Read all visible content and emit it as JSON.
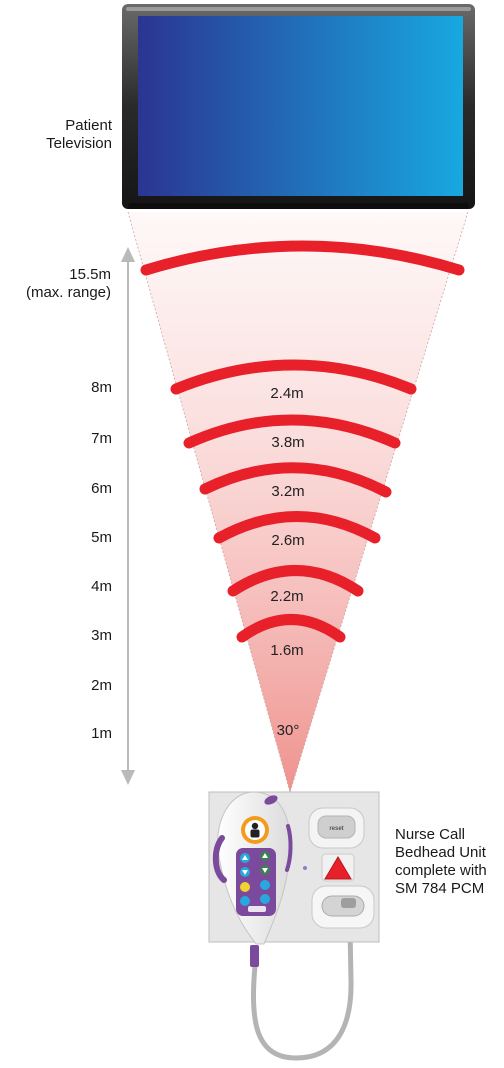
{
  "tv": {
    "label_line1": "Patient",
    "label_line2": "Television"
  },
  "max_range": {
    "value": "15.5m",
    "note": "(max. range)"
  },
  "distance_ticks": [
    "8m",
    "7m",
    "6m",
    "5m",
    "4m",
    "3m",
    "2m",
    "1m"
  ],
  "arc_widths": [
    "2.4m",
    "3.8m",
    "3.2m",
    "2.6m",
    "2.2m",
    "1.6m"
  ],
  "angle": "30°",
  "unit": {
    "label_lines": [
      "Nurse Call",
      "Bedhead Unit",
      "complete with",
      "SM 784 PCM"
    ],
    "reset_label": "reset"
  },
  "colors": {
    "arc": "#e8202a",
    "screen_start": "#2b3592",
    "screen_end": "#18a8e0",
    "cone": "#f3a9a6",
    "handset_accent": "#7b4a9c"
  }
}
